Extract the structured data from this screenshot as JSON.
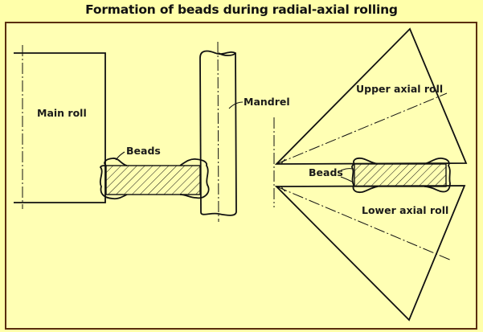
{
  "title": "Formation of beads during radial-axial rolling",
  "labels": {
    "main_roll": "Main roll",
    "beads_left": "Beads",
    "mandrel": "Mandrel",
    "upper_axial_roll": "Upper axial roll",
    "beads_right": "Beads",
    "lower_axial_roll": "Lower axial roll"
  },
  "colors": {
    "background": "#FFFFAA",
    "frame_border": "#5A2E0C",
    "line": "#111111"
  }
}
